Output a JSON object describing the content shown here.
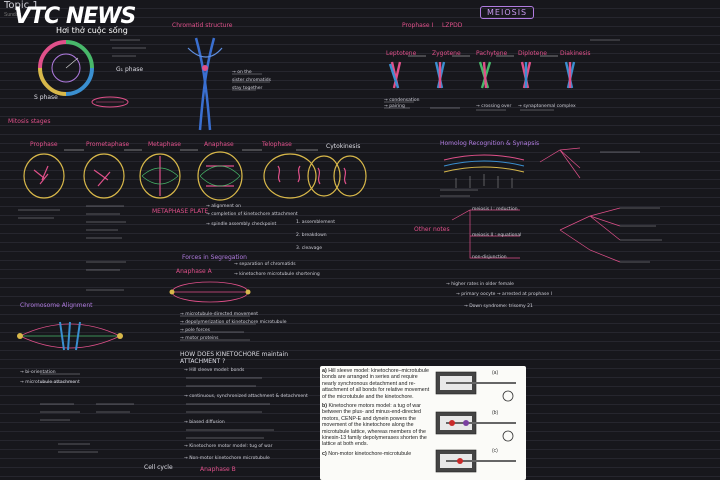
{
  "topic": {
    "title": "Topic 1",
    "subtitle": "Sunday"
  },
  "logo": {
    "brand": "VTC NEWS",
    "tagline": "Hơi thở cuộc sống"
  },
  "headings": {
    "chromatid_structure": "Chromatid structure",
    "mitosis_stages": "Mitosis stages",
    "prophase": "Prophase",
    "prometaphase": "Prometaphase",
    "metaphase": "Metaphase",
    "anaphase": "Anaphase",
    "telophase": "Telophase",
    "cytokinesis": "Cytokinesis",
    "meiosis": "MEIOSIS",
    "prophase_i": "Prophase I",
    "lzpdd": "LZPDD",
    "leptotene": "Leptotene",
    "zygotene": "Zygotene",
    "pachytene": "Pachytene",
    "diplotene": "Diplotene",
    "diakinesis": "Diakinesis",
    "homolog_recognition": "Homolog Recognition & Synapsis",
    "chromosome_alignment": "Chromosome Alignment",
    "other_notes": "Other notes",
    "forces_segregation": "Forces in Segregation",
    "anaphase_a": "Anaphase A",
    "anaphase_b": "Anaphase B",
    "kinetochore_question": "HOW DOES KINETOCHORE maintain ATTACHMENT ?",
    "s_phase": "S phase",
    "g1_phase": "G₁ phase",
    "metaphase_plate": "METAPHASE PLATE",
    "cell_cycle": "Cell cycle"
  },
  "notes": {
    "cytokinesis_steps": [
      "1. assemblement",
      "2. breakdown",
      "3. cleavage"
    ],
    "metaphase_notes": [
      "→ alignment on",
      "→ completion of kinetochore attachment",
      "→ spindle assembly checkpoint"
    ],
    "alignment_notes": [
      "→ bi-orientation",
      "→ microtubule attachment"
    ],
    "kinetochore_notes": [
      "→ Hill sleeve model: bonds",
      "→ continuous, synchronized attachment & detachment",
      "→ biased diffusion",
      "→ Kinetochore motor model: tug of war",
      "→ Non-motor kinetochore microtubule"
    ],
    "segregation_notes": [
      "→ separation of chromatids",
      "→ kinetochore microtubule shortening"
    ],
    "forces_notes": [
      "→ microtubule-directed movement",
      "→ depolymerization of kinetochore microtubule",
      "→ pole forces",
      "→ motor proteins"
    ],
    "homolog_notes": [
      "→ higher rates in older female",
      "→ primary oocyte → arrested at prophase I",
      "→ Down syndrome: trisomy 21"
    ],
    "other_notes_items": [
      "meiosis I : reduction",
      "meiosis II : equational",
      "non-disjunction"
    ],
    "chromatid_notes": [
      "→ on the",
      "sister chromatids",
      "stay together"
    ],
    "leptotene_notes": [
      "→ condensation",
      "→ pairing"
    ],
    "pachytene_notes": [
      "→ crossing over"
    ],
    "diplotene_notes": [
      "→ synaptonemal complex"
    ]
  },
  "paper": {
    "a_label": "a)",
    "a_text": "Hill sleeve model: kinetochore–microtubule bonds are arranged in series and require nearly synchronous detachment and re-attachment of all bonds for relative movement of the microtubule and the kinetochore.",
    "b_label": "b)",
    "b_text": "Kinetochore motors model: a tug of war between the plus- and minus-end-directed motors, CENP-E and dynein powers the movement of the kinetochore along the microtubule lattice, whereas members of the kinesin-13 family depolymerases shorten the lattice at both ends.",
    "c_label": "c)",
    "c_text": "Non-motor kinetochore-microtubule",
    "fig_labels": [
      "(a)",
      "(b)",
      "(c)"
    ]
  },
  "colors": {
    "accent_pink": "#e0508a",
    "accent_purple": "#b07be0",
    "background": "#17171c"
  }
}
